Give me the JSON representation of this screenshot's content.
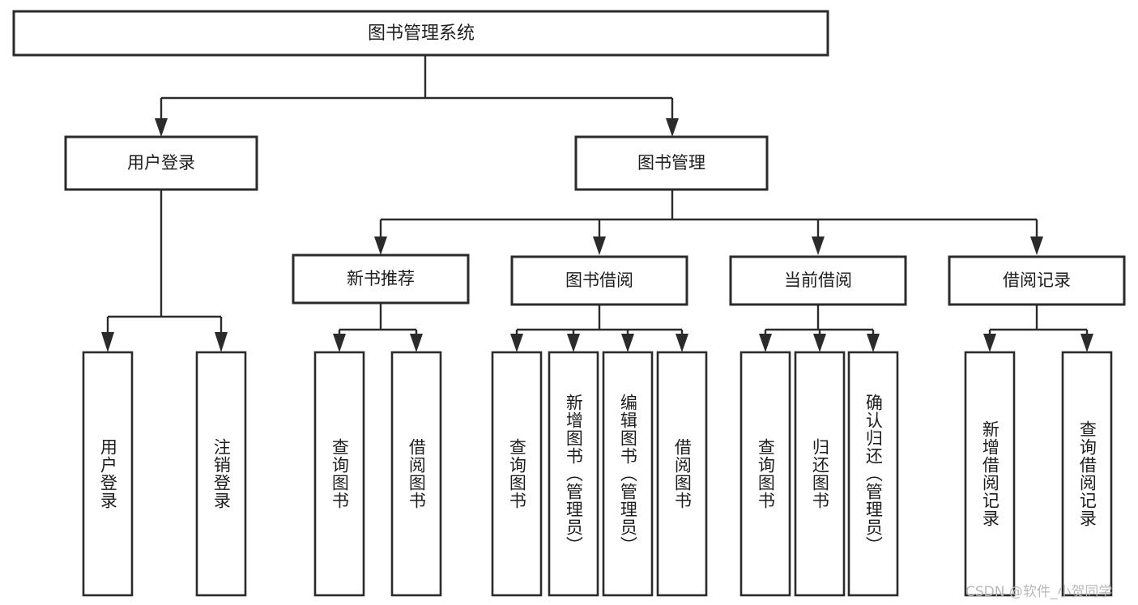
{
  "diagram": {
    "type": "tree",
    "title": "图书管理系统",
    "root": {
      "label": "图书管理系统"
    },
    "level2": [
      {
        "label": "用户登录"
      },
      {
        "label": "图书管理"
      }
    ],
    "level3": [
      {
        "label": "新书推荐"
      },
      {
        "label": "图书借阅"
      },
      {
        "label": "当前借阅"
      },
      {
        "label": "借阅记录"
      }
    ],
    "leaves": {
      "user_login": [
        {
          "label": "用户登录"
        },
        {
          "label": "注销登录"
        }
      ],
      "new_book_recommend": [
        {
          "label": "查询图书"
        },
        {
          "label": "借阅图书"
        }
      ],
      "book_borrow": [
        {
          "label": "查询图书"
        },
        {
          "label": "新增图书（管理员）"
        },
        {
          "label": "编辑图书（管理员）"
        },
        {
          "label": "借阅图书"
        }
      ],
      "current_borrow": [
        {
          "label": "查询图书"
        },
        {
          "label": "归还图书"
        },
        {
          "label": "确认归还（管理员）"
        }
      ],
      "borrow_records": [
        {
          "label": "新增借阅记录"
        },
        {
          "label": "查询借阅记录"
        }
      ]
    }
  },
  "watermark": {
    "text": "CSDN @软件_小贺同学"
  },
  "colors": {
    "stroke": "#2b2b2b",
    "background": "#ffffff",
    "text": "#1d1d1d",
    "watermark": "#b9b9b9"
  }
}
